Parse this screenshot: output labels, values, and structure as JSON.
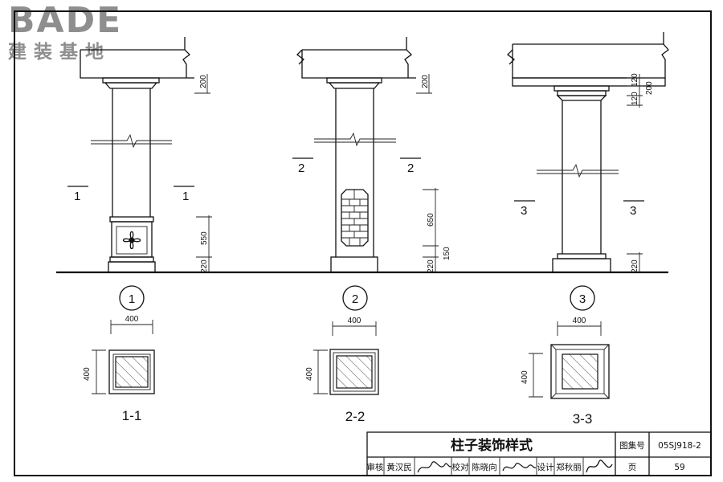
{
  "logo": {
    "brand": "BADE",
    "subtitle": "建装基地"
  },
  "elevations": [
    {
      "number": "1",
      "section_mark": "1",
      "dims": [
        "200",
        "550",
        "220"
      ]
    },
    {
      "number": "2",
      "section_mark": "2",
      "dims": [
        "200",
        "650",
        "150",
        "220"
      ]
    },
    {
      "number": "3",
      "section_mark": "3",
      "dims": [
        "120",
        "120",
        "200",
        "220"
      ]
    }
  ],
  "plans": [
    {
      "label": "1-1",
      "width": "400",
      "height": "400"
    },
    {
      "label": "2-2",
      "width": "400",
      "height": "400"
    },
    {
      "label": "3-3",
      "width": "400",
      "height": "400"
    }
  ],
  "title_block": {
    "title": "柱子装饰样式",
    "atlas_label": "图集号",
    "atlas_no": "05SJ918-2",
    "review_label": "审核",
    "review_name": "黄汉民",
    "check_label": "校对",
    "check_name": "陈晓向",
    "design_label": "设计",
    "design_name": "郑秋丽",
    "page_label": "页",
    "page_no": "59"
  }
}
